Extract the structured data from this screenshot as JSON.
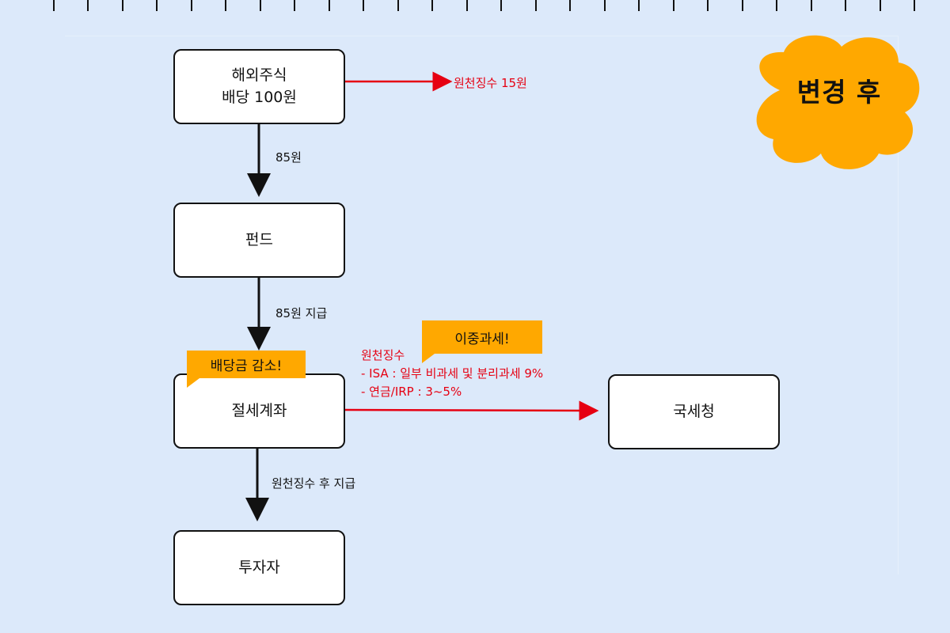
{
  "badge": {
    "text": "변경 후",
    "color": "#ffa800"
  },
  "nodes": {
    "foreign_stock": "해외주식\n배당 100원",
    "fund": "펀드",
    "tax_account": "절세계좌",
    "investor": "투자자",
    "nts": "국세청"
  },
  "edge_labels": {
    "withholding_15": "원천징수 15원",
    "amount_85": "85원",
    "pay_85": "85원 지급",
    "pay_after_withholding": "원천징수 후 지급"
  },
  "callouts": {
    "dividend_decrease": "배당금 감소!",
    "double_taxation": "이중과세!"
  },
  "tax_note": {
    "title": "원천징수",
    "lines": [
      "- ISA : 일부 비과세 및 분리과세 9%",
      "- 연금/IRP : 3~5%"
    ]
  },
  "colors": {
    "accent_red": "#e60012",
    "background": "#dce9fa",
    "callout": "#ffa800"
  }
}
